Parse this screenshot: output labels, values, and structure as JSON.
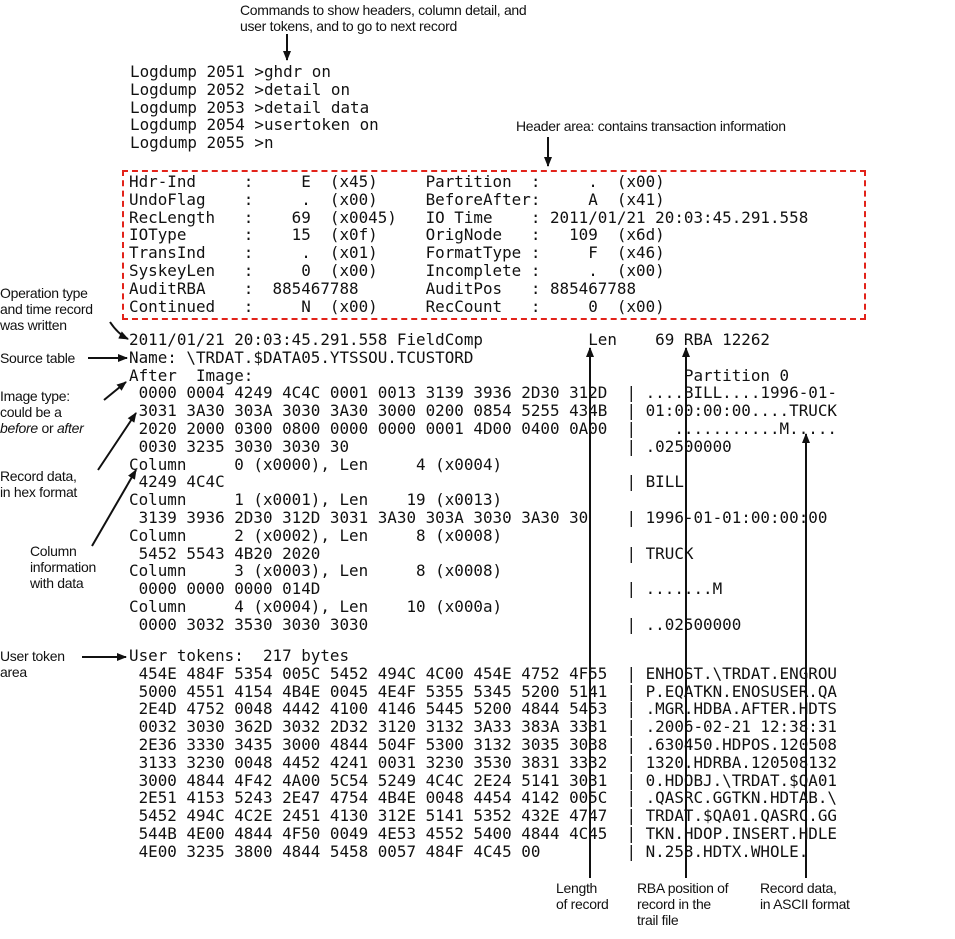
{
  "commands": [
    "Logdump 2051 >ghdr on",
    "Logdump 2052 >detail on",
    "Logdump 2053 >detail data",
    "Logdump 2054 >usertoken on",
    "Logdump 2055 >n"
  ],
  "header_area": [
    "Hdr-Ind     :     E  (x45)     Partition  :     .  (x00)",
    "UndoFlag    :     .  (x00)     BeforeAfter:     A  (x41)",
    "RecLength   :    69  (x0045)   IO Time    : 2011/01/21 20:03:45.291.558",
    "IOType      :    15  (x0f)     OrigNode   :   109  (x6d)",
    "TransInd    :     .  (x01)     FormatType :     F  (x46)",
    "SyskeyLen   :     0  (x00)     Incomplete :     .  (x00)",
    "AuditRBA    :  885467788       AuditPos   : 885467788",
    "Continued   :     N  (x00)     RecCount   :     0  (x00)"
  ],
  "record_lines": [
    "2011/01/21 20:03:45.291.558 FieldComp           Len    69 RBA 12262",
    "Name: \\TRDAT.$DATA05.YTSSOU.TCUSTORD",
    "After  Image:                                             Partition 0",
    " 0000 0004 4249 4C4C 0001 0013 3139 3936 2D30 312D  | ....BILL....1996-01-",
    " 3031 3A30 303A 3030 3A30 3000 0200 0854 5255 434B  | 01:00:00:00....TRUCK",
    " 2020 2000 0300 0800 0000 0000 0001 4D00 0400 0A00  |    ...........M.....",
    " 0030 3235 3030 3030 30                             | .02500000",
    "Column     0 (x0000), Len     4 (x0004)",
    " 4249 4C4C                                          | BILL",
    "Column     1 (x0001), Len    19 (x0013)",
    " 3139 3936 2D30 312D 3031 3A30 303A 3030 3A30 30    | 1996-01-01:00:00:00",
    "Column     2 (x0002), Len     8 (x0008)",
    " 5452 5543 4B20 2020                                | TRUCK",
    "Column     3 (x0003), Len     8 (x0008)",
    " 0000 0000 0000 014D                                | .......M",
    "Column     4 (x0004), Len    10 (x000a)",
    " 0000 3032 3530 3030 3030                           | ..02500000"
  ],
  "user_token_lines": [
    "User tokens:  217 bytes",
    " 454E 484F 5354 005C 5452 494C 4C00 454E 4752 4F55  | ENHOST.\\TRDAT.ENGROU",
    " 5000 4551 4154 4B4E 0045 4E4F 5355 5345 5200 5141  | P.EQATKN.ENOSUSER.QA",
    " 2E4D 4752 0048 4442 4100 4146 5445 5200 4844 5453  | .MGR.HDBA.AFTER.HDTS",
    " 0032 3030 362D 3032 2D32 3120 3132 3A33 383A 3331  | .2006-02-21 12:38:31",
    " 2E36 3330 3435 3000 4844 504F 5300 3132 3035 3038  | .630450.HDPOS.120508",
    " 3133 3230 0048 4452 4241 0031 3230 3530 3831 3332  | 1320.HDRBA.120508132",
    " 3000 4844 4F42 4A00 5C54 5249 4C4C 2E24 5141 3031  | 0.HDOBJ.\\TRDAT.$QA01",
    " 2E51 4153 5243 2E47 4754 4B4E 0048 4454 4142 005C  | .QASRC.GGTKN.HDTAB.\\",
    " 5452 494C 4C2E 2451 4130 312E 5141 5352 432E 4747  | TRDAT.$QA01.QASRC.GG",
    " 544B 4E00 4844 4F50 0049 4E53 4552 5400 4844 4C45  | TKN.HDOP.INSERT.HDLE",
    " 4E00 3235 3800 4844 5458 0057 484F 4C45 00         | N.258.HDTX.WHOLE."
  ],
  "annotations": {
    "commands": "Commands to show headers, column detail, and user tokens, and to go to next record",
    "header_area": "Header area: contains transaction information",
    "operation_type_1": "Operation type",
    "operation_type_2": "and time record",
    "operation_type_3": "was written",
    "source_table": "Source table",
    "image_type_1": "Image type:",
    "image_type_2": "could be a",
    "image_type_before": "before",
    "image_type_or": " or ",
    "image_type_after": "after",
    "record_hex_1": "Record data,",
    "record_hex_2": "in hex format",
    "column_info_1": "Column",
    "column_info_2": "information",
    "column_info_3": "with data",
    "user_token_1": "User token",
    "user_token_2": "area",
    "length_1": "Length",
    "length_2": "of record",
    "rba_1": "RBA position of",
    "rba_2": "record in the",
    "rba_3": "trail file",
    "ascii_1": "Record data,",
    "ascii_2": "in ASCII format"
  },
  "colors": {
    "header_box": "#e2231a",
    "text": "#111111"
  }
}
